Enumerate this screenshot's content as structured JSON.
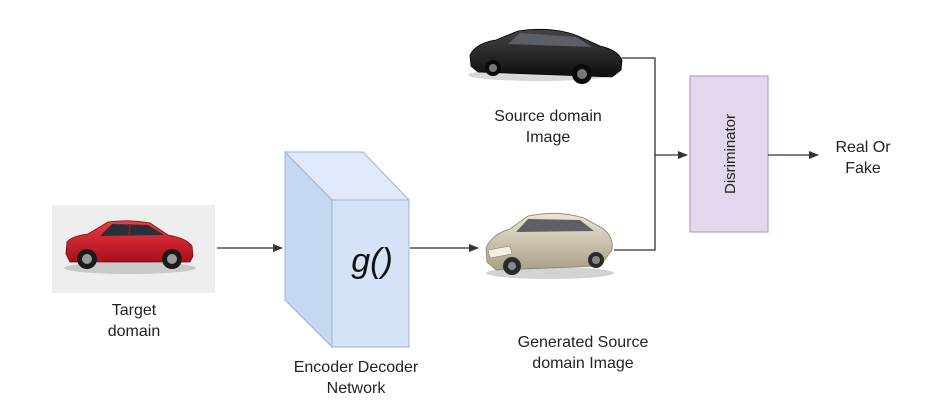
{
  "nodes": {
    "target": {
      "label_line1": "Target",
      "label_line2": "domain",
      "car_color": "#d01a2a"
    },
    "encoder": {
      "function_label": "g()",
      "label_line1": "Encoder Decoder",
      "label_line2": "Network",
      "fill": "#d5e3f7",
      "stroke": "#9db4d6"
    },
    "source": {
      "label_line1": "Source domain",
      "label_line2": "Image",
      "car_color": "#1c1c1c"
    },
    "generated": {
      "label_line1": "Generated Source",
      "label_line2": "domain Image",
      "car_color": "#cfc7b0"
    },
    "discriminator": {
      "label": "Disriminator",
      "fill": "#e3d7ee",
      "stroke": "#b79fcc"
    },
    "output": {
      "label_line1": "Real Or",
      "label_line2": "Fake"
    }
  },
  "edge_color": "#333333"
}
